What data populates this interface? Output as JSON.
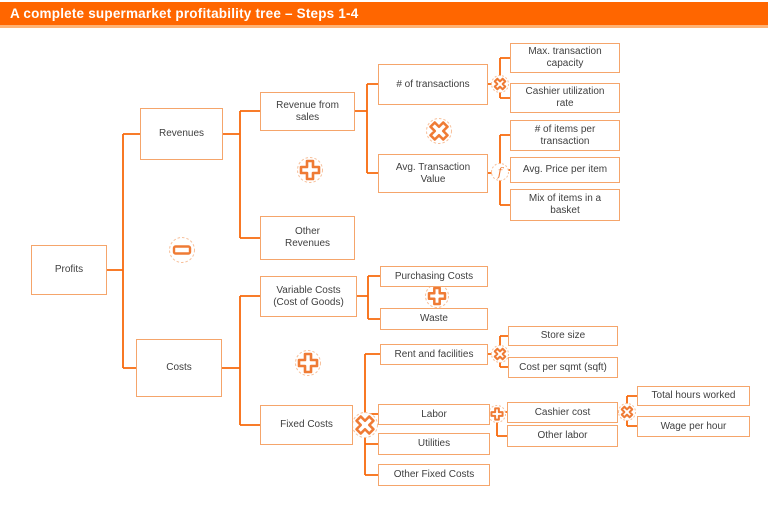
{
  "title": "A complete supermarket profitability tree – Steps 1-4",
  "colors": {
    "header_bg": "#FF6600",
    "header_underline": "#FFB273",
    "connector_line": "#F8690D",
    "box_border": "#F5A56B",
    "icon_stroke": "#EF7B35",
    "icon_circle": "#F7C09B",
    "text": "#3F3F3F"
  },
  "nodes": {
    "profits": "Profits",
    "revenues": "Revenues",
    "costs": "Costs",
    "revenue_from_sales": "Revenue from sales",
    "other_revenues": "Other Revenues",
    "variable_costs": "Variable Costs (Cost of Goods)",
    "fixed_costs": "Fixed Costs",
    "num_transactions": "# of transactions",
    "avg_transaction_value": "Avg. Transaction Value",
    "max_transaction_capacity": "Max. transaction capacity",
    "cashier_utilization_rate": "Cashier utilization rate",
    "items_per_transaction": "# of items per transaction",
    "avg_price_per_item": "Avg. Price per item",
    "mix_of_items": "Mix of items in a basket",
    "purchasing_costs": "Purchasing Costs",
    "waste": "Waste",
    "rent_and_facilities": "Rent and facilities",
    "store_size": "Store size",
    "cost_per_sqmt": "Cost per sqmt (sqft)",
    "labor": "Labor",
    "cashier_cost": "Cashier cost",
    "other_labor": "Other labor",
    "total_hours_worked": "Total hours worked",
    "wage_per_hour": "Wage per hour",
    "utilities": "Utilities",
    "other_fixed_costs": "Other Fixed Costs"
  },
  "operators": [
    {
      "type": "minus",
      "between": [
        "revenues",
        "costs"
      ],
      "result": "profits"
    },
    {
      "type": "plus",
      "between": [
        "revenue_from_sales",
        "other_revenues"
      ],
      "result": "revenues"
    },
    {
      "type": "multiply",
      "between": [
        "num_transactions",
        "avg_transaction_value"
      ],
      "result": "revenue_from_sales"
    },
    {
      "type": "multiply",
      "between": [
        "max_transaction_capacity",
        "cashier_utilization_rate"
      ],
      "result": "num_transactions"
    },
    {
      "type": "function",
      "between": [
        "items_per_transaction",
        "avg_price_per_item",
        "mix_of_items"
      ],
      "result": "avg_transaction_value"
    },
    {
      "type": "plus",
      "between": [
        "variable_costs",
        "fixed_costs"
      ],
      "result": "costs"
    },
    {
      "type": "plus",
      "between": [
        "purchasing_costs",
        "waste"
      ],
      "result": "variable_costs"
    },
    {
      "type": "multiply",
      "between": [
        "rent_and_facilities",
        "labor",
        "utilities",
        "other_fixed_costs"
      ],
      "result": "fixed_costs"
    },
    {
      "type": "multiply",
      "between": [
        "store_size",
        "cost_per_sqmt"
      ],
      "result": "rent_and_facilities"
    },
    {
      "type": "plus",
      "between": [
        "cashier_cost",
        "other_labor"
      ],
      "result": "labor"
    },
    {
      "type": "multiply",
      "between": [
        "total_hours_worked",
        "wage_per_hour"
      ],
      "result": "cashier_cost"
    }
  ]
}
